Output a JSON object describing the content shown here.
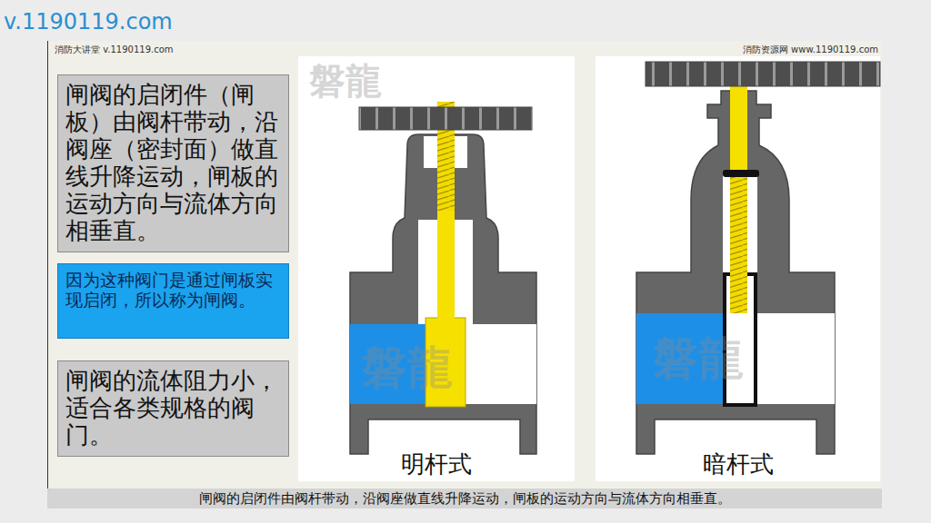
{
  "diagram": {
    "caption": "闸阀的启闭件由阀杆带动，沿阀座做直线升降运动，闸板的运动方向与流体方向相垂直。",
    "nodes": [
      {
        "text": [
          "闸阀的启闭件（闸板）由阀杆带动，沿阀座（密封面）做直线升降运动，闸板的运动方向与流体方向相垂直。"
        ]
      },
      {
        "text": [
          "因为这种阀门是通过闸板实现启闭，所以称为闸阀。"
        ]
      },
      {
        "text": [
          "闸阀的流体阻力小，适合各类规格的阀门。"
        ]
      },
      {
        "text": [
          "明杆式"
        ]
      },
      {
        "text": [
          "暗杆式"
        ]
      }
    ],
    "labels": [
      "v.1190119.com",
      "消防大讲堂 v.1190119.com",
      "消防资源网 www.1190119.com",
      "磐龍",
      "磐龍",
      "磐龍"
    ]
  }
}
